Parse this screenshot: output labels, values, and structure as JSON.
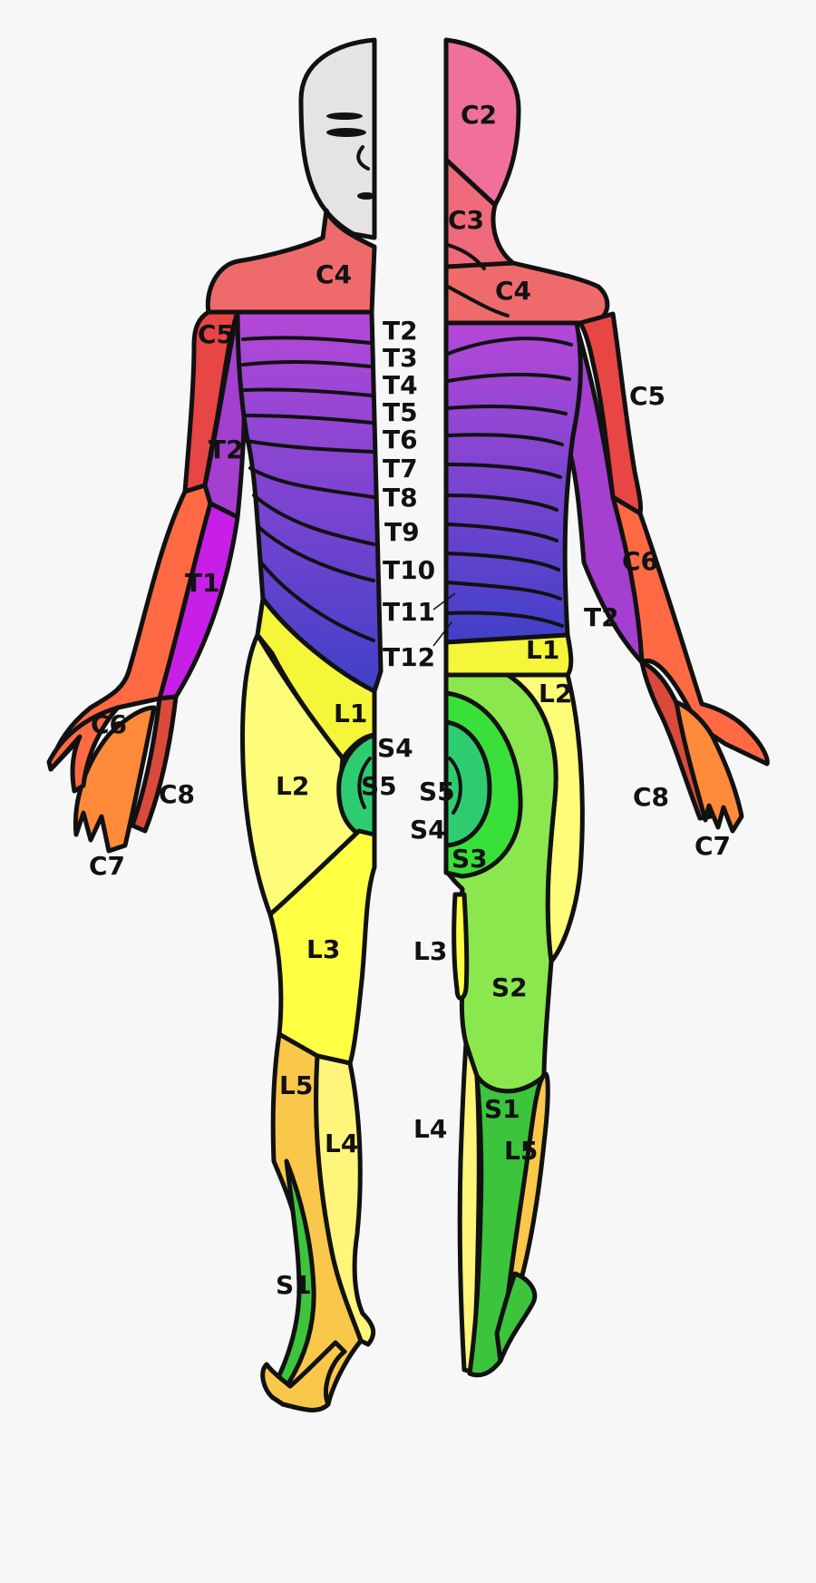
{
  "colors": {
    "background": "#f7f7f7",
    "outline": "#111111",
    "face": "#e5e3e4",
    "C2": "#f0709a",
    "C3": "#ef6a7a",
    "C4": "#ef6b6b",
    "C5": "#e84545",
    "C6": "#ff6a45",
    "C7": "#ff8a3a",
    "C8": "#d94a3a",
    "T1": "#c81fe8",
    "T2": "#a43fd0",
    "thorax_top": "#b548d8",
    "thorax_bottom": "#4040c8",
    "L1": "#f5f53a",
    "L2": "#fdfd7a",
    "L3": "#ffff44",
    "L4": "#fff57a",
    "L5": "#f9c84a",
    "S1": "#3cc43c",
    "S2": "#8ae84e",
    "S3": "#3ae03a",
    "S4": "#2ecc70",
    "S5": "#3ad47a"
  },
  "labels": {
    "front": {
      "c4": "C4",
      "c5": "C5",
      "t2": "T2",
      "t1": "T1",
      "c6": "C6",
      "c8": "C8",
      "c7": "C7",
      "l1": "L1",
      "l2": "L2",
      "l3": "L3",
      "l4": "L4",
      "l5": "L5",
      "s1": "S1",
      "s4": "S4",
      "s5": "S5"
    },
    "center": {
      "t2": "T2",
      "t3": "T3",
      "t4": "T4",
      "t5": "T5",
      "t6": "T6",
      "t7": "T7",
      "t8": "T8",
      "t9": "T9",
      "t10": "T10",
      "t11": "T11",
      "t12": "T12"
    },
    "back": {
      "c2": "C2",
      "c3": "C3",
      "c4": "C4",
      "c5": "C5",
      "c6": "C6",
      "t2": "T2",
      "c8": "C8",
      "c7": "C7",
      "l1": "L1",
      "l2": "L2",
      "s5": "S5",
      "s4": "S4",
      "s3": "S3",
      "l3": "L3",
      "s2": "S2",
      "l4": "L4",
      "s1": "S1",
      "l5": "L5"
    }
  }
}
